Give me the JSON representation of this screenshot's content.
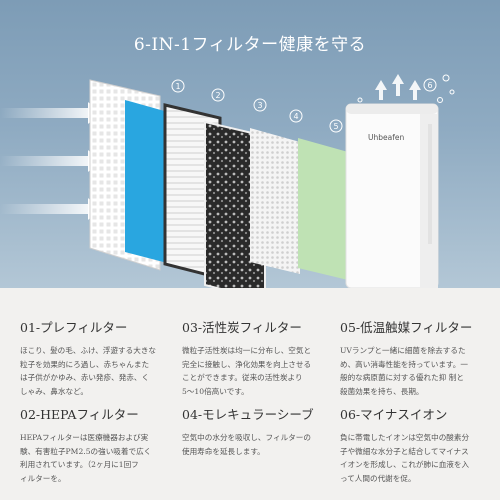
{
  "title": "6-IN-1フィルター健康を守る",
  "brand": "Uhbeafen",
  "filter_numbers": [
    "1",
    "2",
    "3",
    "4",
    "5",
    "6"
  ],
  "colors": {
    "background_top": "#8fabc2",
    "background_bottom": "#f2f1ef",
    "filter_blue": "#29a6e0",
    "filter_green": "#bfe2b4",
    "filter_carbon": "#222222"
  },
  "icons": [
    "airflow-arrow-icon",
    "purified-air-arrow-icon",
    "bubble-icon"
  ],
  "sections": [
    {
      "title": "01-プレフィルター",
      "text": [
        "ほこり、髪の毛、ふけ、浮遊する大きな",
        "粒子を効果的にろ過し、赤ちゃんまた",
        "は子供がかゆみ、赤い発疹、発赤、く",
        "しゃみ、鼻水など。"
      ]
    },
    {
      "title": "02-HEPAフィルター",
      "text": [
        "HEPAフィルターは医療機器および実",
        "験、有害粒子PM2.5の強い吸着で広く",
        "利用されています。（2ヶ月に1回フ",
        "ィルターを。"
      ]
    },
    {
      "title": "03-活性炭フィルター",
      "text": [
        "微粒子活性炭は均一に分布し、空気と",
        "完全に接触し、浄化効果を向上させる",
        "ことができます。従来の活性炭より",
        "5～10倍高いです。"
      ]
    },
    {
      "title": "04-モレキュラーシーブ",
      "text": [
        "空気中の水分を吸収し、フィルターの",
        "使用寿命を延長します。"
      ]
    },
    {
      "title": "05-低温触媒フィルター",
      "text": [
        "UVランプと一緒に細菌を除去するた",
        "め、高い消毒性能を持っています。一",
        "般的な病原菌に対する優れた抑 制と",
        "殺菌効果を持ち、長期。"
      ]
    },
    {
      "title": "06-マイナスイオン",
      "text": [
        "負に帯電したイオンは空気中の酸素分",
        "子や微細な水分子と結合してマイナス",
        "イオンを形成し、これが肺に血液を入",
        "って人間の代謝を促。"
      ]
    }
  ]
}
